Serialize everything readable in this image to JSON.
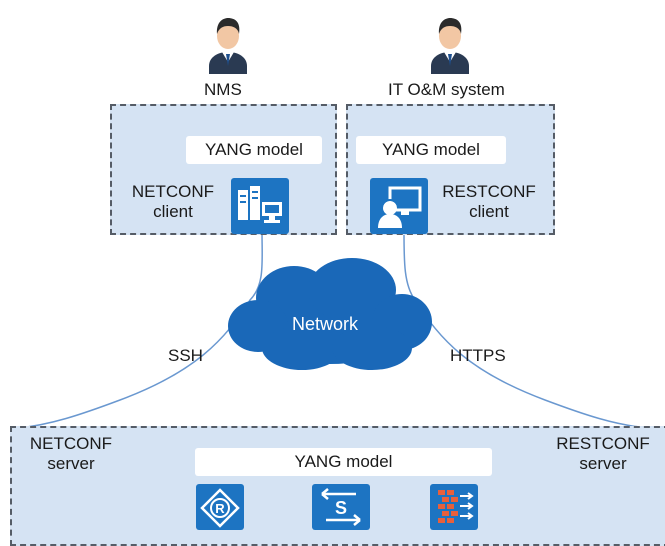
{
  "actors": {
    "left_label": "NMS",
    "right_label": "IT O&M system"
  },
  "client_left": {
    "model_label": "YANG model",
    "name_line1": "NETCONF",
    "name_line2": "client"
  },
  "client_right": {
    "model_label": "YANG model",
    "name_line1": "RESTCONF",
    "name_line2": "client"
  },
  "network": {
    "label": "Network",
    "left_link": "SSH",
    "right_link": "HTTPS"
  },
  "server": {
    "model_label": "YANG model",
    "left_line1": "NETCONF",
    "left_line2": "server",
    "right_line1": "RESTCONF",
    "right_line2": "server"
  },
  "colors": {
    "box_fill": "#d5e3f3",
    "icon_blue": "#1d74c2",
    "cloud_blue": "#1a68b8",
    "link_line": "#6a98d0"
  },
  "icons": [
    "user-icon",
    "server-pc-icon",
    "operator-monitor-icon",
    "router-icon",
    "switch-icon",
    "firewall-icon"
  ]
}
